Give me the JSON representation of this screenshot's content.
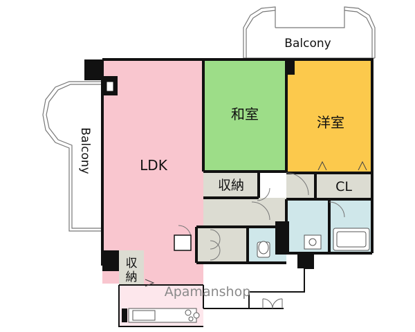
{
  "rooms": {
    "ldk": "LDK",
    "washitsu": "和室",
    "youshitsu": "洋室",
    "storage_center": "収納",
    "closet": "CL",
    "storage_ldk_line1": "収",
    "storage_ldk_line2": "納"
  },
  "balconies": {
    "top": "Balcony",
    "left": "Balcony"
  },
  "watermark": "Apamanshop",
  "colors": {
    "ldk_fill": "#f9c6cf",
    "washitsu_fill": "#9ddd88",
    "youshitsu_fill": "#fcc94c",
    "wet_area_fill": "#cfe7ea",
    "storage_fill": "#dcdcd2",
    "wall": "#111111"
  }
}
